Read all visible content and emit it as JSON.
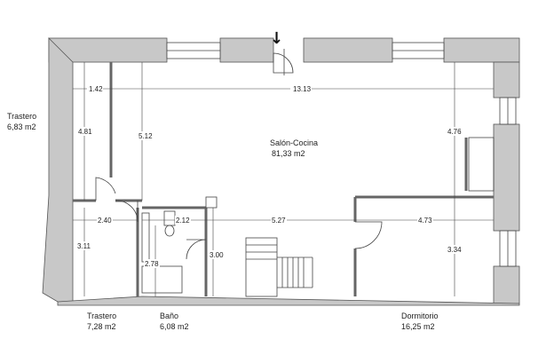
{
  "rooms": [
    {
      "name": "Trastero",
      "area": "6,83 m2"
    },
    {
      "name": "Salón-Cocina",
      "area": "81,33 m2"
    },
    {
      "name": "Trastero",
      "area": "7,28 m2"
    },
    {
      "name": "Baño",
      "area": "6,08 m2"
    },
    {
      "name": "Dormitorio",
      "area": "16,25 m2"
    }
  ],
  "dimensions": [
    "1.42",
    "13.13",
    "4.81",
    "5.12",
    "4.76",
    "2.40",
    "2.12",
    "5.27",
    "4.73",
    "3.11",
    "2.78",
    "3.00",
    "3.34"
  ],
  "entrance_arrow": "↓"
}
